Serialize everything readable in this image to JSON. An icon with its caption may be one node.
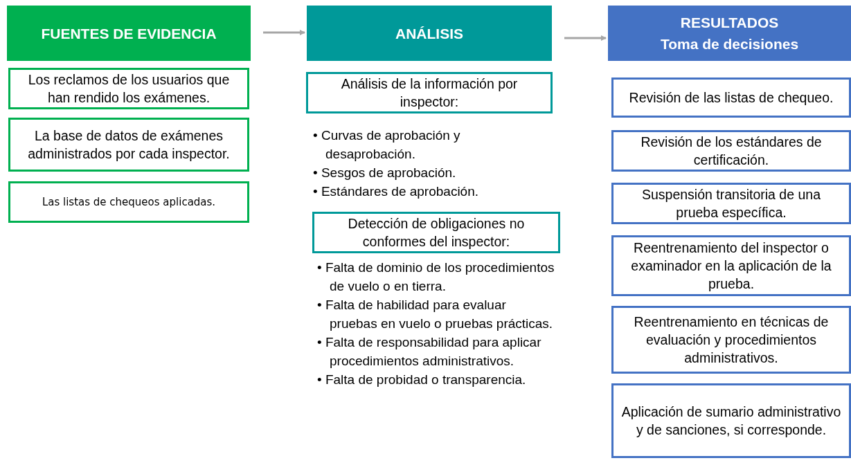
{
  "diagram": {
    "nodes": [
      {
        "text": [
          "FUENTES DE EVIDENCIA"
        ]
      },
      {
        "text": [
          "Los reclamos de los usuarios que han rendido los exámenes."
        ]
      },
      {
        "text": [
          "La base de datos de exámenes administrados por cada inspector."
        ]
      },
      {
        "text": [
          "Las listas de chequeos aplicadas."
        ]
      },
      {
        "text": [
          "ANÁLISIS"
        ]
      },
      {
        "text": [
          "Análisis de la información por inspector:"
        ]
      },
      {
        "text": [
          "Detección de obligaciones no conformes del inspector:"
        ]
      },
      {
        "text": [
          "RESULTADOS",
          "Toma de decisiones"
        ]
      },
      {
        "text": [
          "Revisión de las listas de chequeo."
        ]
      },
      {
        "text": [
          "Revisión de los estándares de certificación."
        ]
      },
      {
        "text": [
          "Suspensión transitoria de una prueba específica."
        ]
      },
      {
        "text": [
          "Reentrenamiento del inspector o examinador en la aplicación de la prueba."
        ]
      },
      {
        "text": [
          "Reentrenamiento en técnicas de evaluación y procedimientos administrativos."
        ]
      },
      {
        "text": [
          "Aplicación de sumario administrativo y de sanciones, si corresponde."
        ]
      }
    ],
    "edges": [
      {
        "from": 0,
        "to": 4,
        "arrow": "to"
      },
      {
        "from": 4,
        "to": 7,
        "arrow": "to"
      }
    ],
    "labels": [
      "• Curvas de aprobación y desaprobación.",
      "• Sesgos de aprobación.",
      "• Estándares de aprobación.",
      "• Falta de dominio de los procedimientos de vuelo o en tierra.",
      "• Falta de habilidad para evaluar pruebas en vuelo o pruebas prácticas.",
      "• Falta de responsabilidad para aplicar procedimientos administrativos.",
      "• Falta de probidad o transparencia."
    ]
  }
}
